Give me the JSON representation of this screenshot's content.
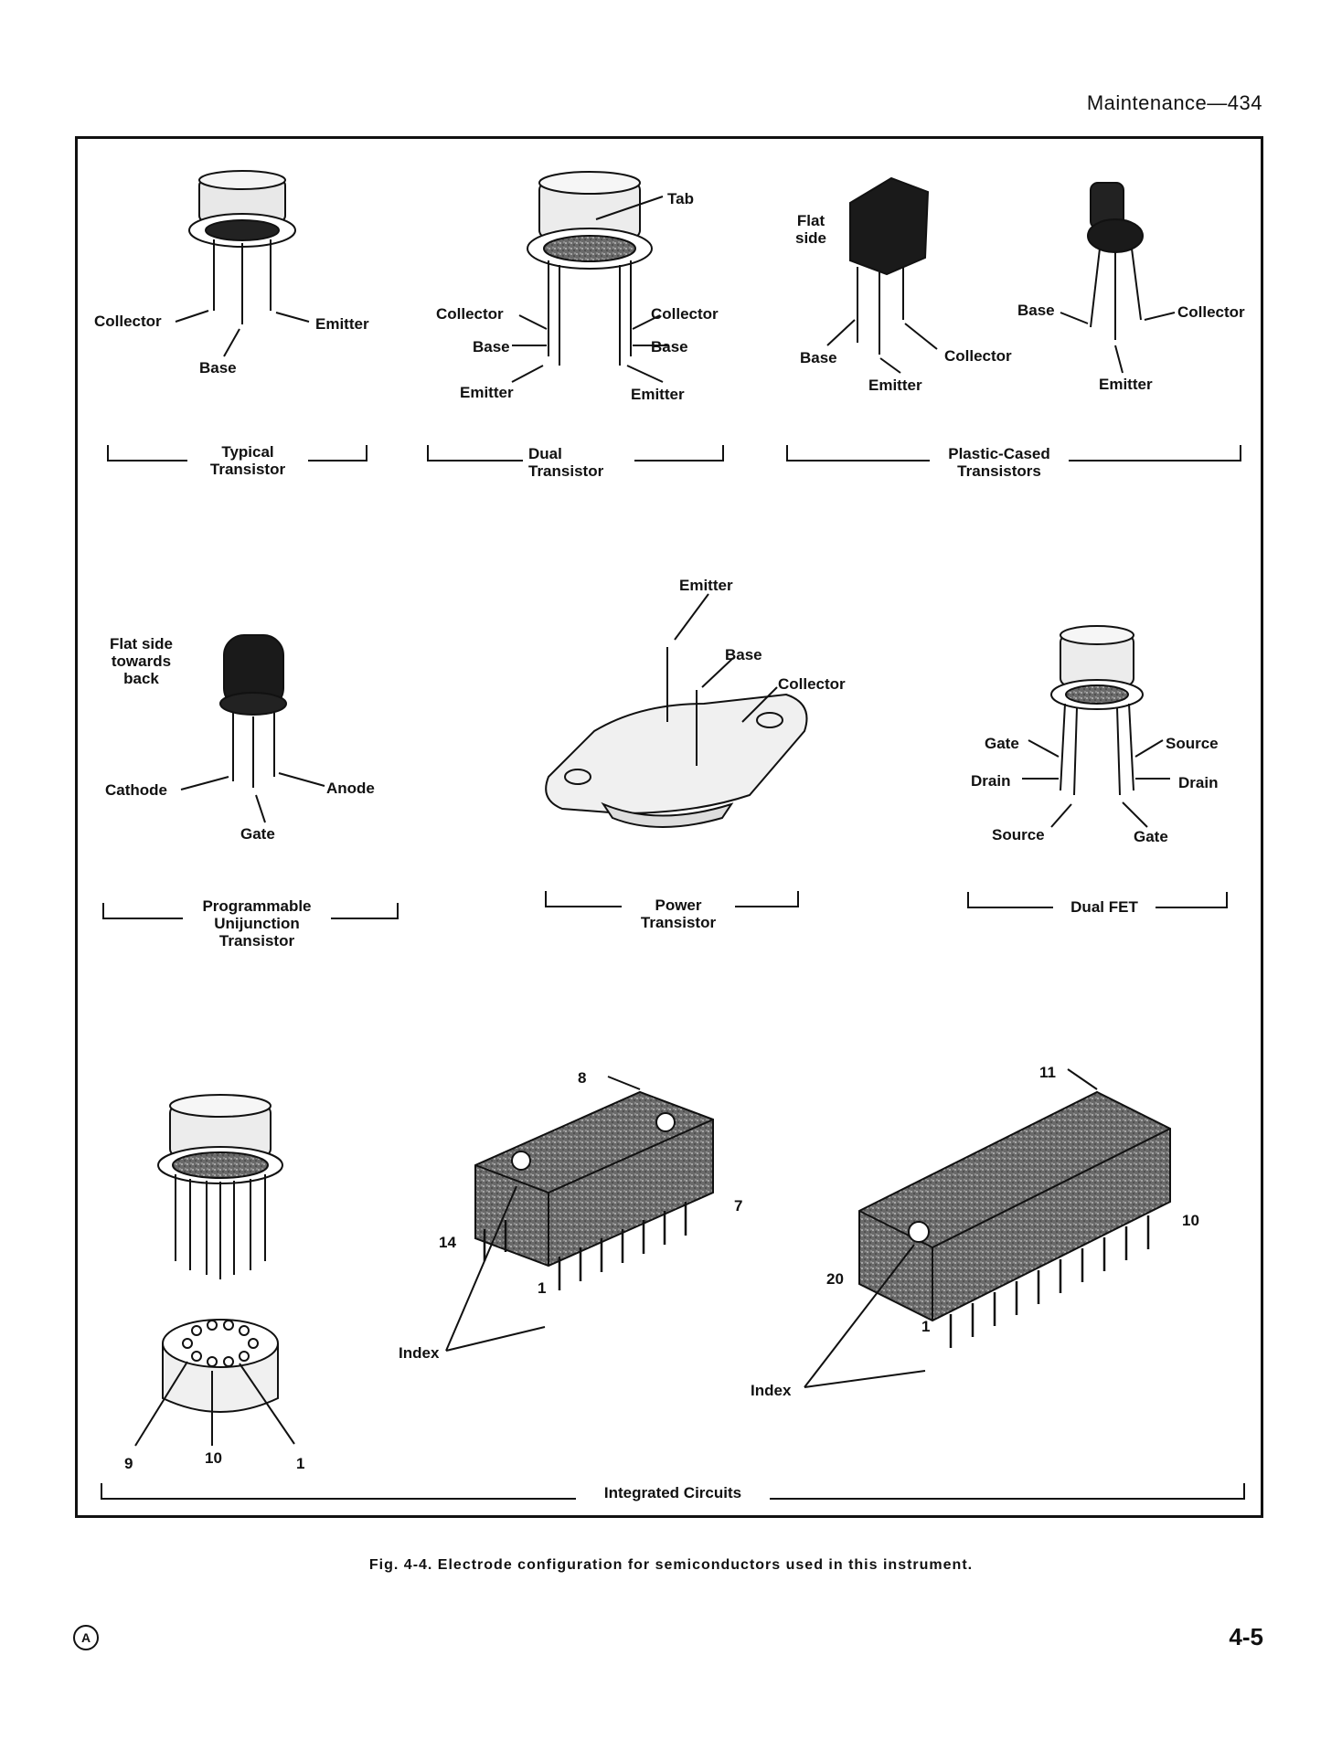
{
  "header": "Maintenance—434",
  "typical": {
    "collector": "Collector",
    "emitter": "Emitter",
    "base": "Base",
    "group": "Typical\nTransistor"
  },
  "dual": {
    "tab": "Tab",
    "collector_l": "Collector",
    "collector_r": "Collector",
    "base_l": "Base",
    "base_r": "Base",
    "emitter_l": "Emitter",
    "emitter_r": "Emitter",
    "group": "Dual\nTransistor"
  },
  "plastic": {
    "flat_side": "Flat\nside",
    "base_1": "Base",
    "emitter_1": "Emitter",
    "collector_1": "Collector",
    "base_2": "Base",
    "collector_2": "Collector",
    "emitter_2": "Emitter",
    "group": "Plastic-Cased\nTransistors"
  },
  "put": {
    "flat_side": "Flat side\ntowards\nback",
    "cathode": "Cathode",
    "anode": "Anode",
    "gate": "Gate",
    "group": "Programmable\nUnijunction\nTransistor"
  },
  "power": {
    "emitter": "Emitter",
    "base": "Base",
    "collector": "Collector",
    "group": "Power\nTransistor"
  },
  "fet": {
    "gate_l": "Gate",
    "drain_l": "Drain",
    "source_l": "Source",
    "source_r": "Source",
    "drain_r": "Drain",
    "gate_r": "Gate",
    "group": "Dual FET"
  },
  "ic": {
    "pin_9": "9",
    "pin_10": "10",
    "pin_1": "1",
    "dip14_pin8": "8",
    "dip14_pin7": "7",
    "dip14_pin14": "14",
    "dip14_pin1": "1",
    "dip14_index": "Index",
    "dip20_pin11": "11",
    "dip20_pin10": "10",
    "dip20_pin20": "20",
    "dip20_pin1": "1",
    "dip20_index": "Index",
    "group": "Integrated Circuits"
  },
  "caption": "Fig. 4-4. Electrode configuration for semiconductors used in this instrument.",
  "page_number": "4-5",
  "rev_mark": "A"
}
